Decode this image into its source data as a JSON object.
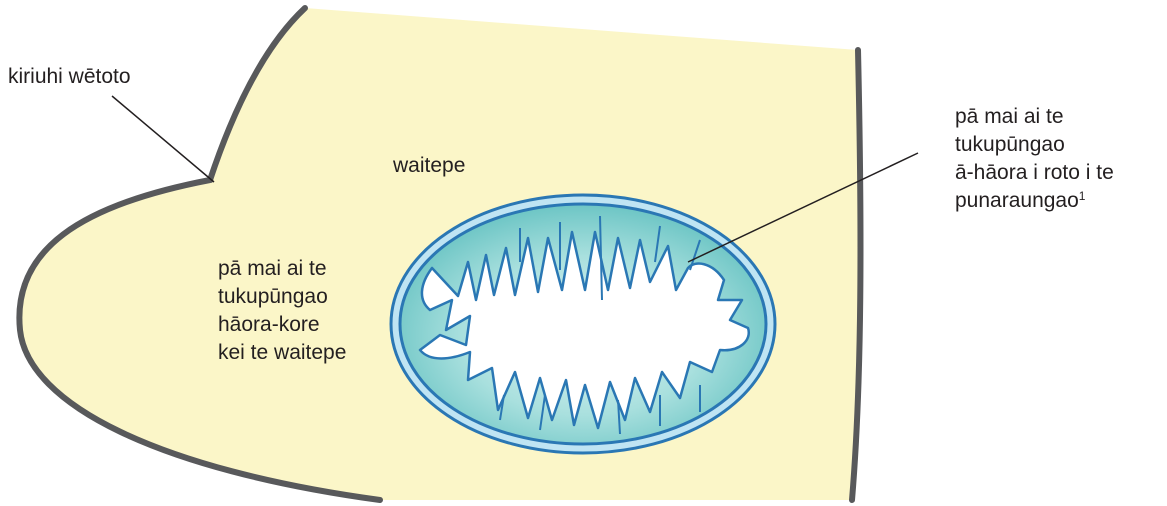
{
  "labels": {
    "cell_membrane": "kiriuhi wētoto",
    "cytoplasm": "waitepe",
    "anaerobic": [
      "pā mai ai te",
      "tukupūngao",
      "hāora-kore",
      "kei te waitepe"
    ],
    "aerobic": [
      "pā mai ai te",
      "tukupūngao",
      "ā-hāora i roto i te",
      "punaraungao"
    ],
    "aerobic_footnote": "1"
  },
  "colors": {
    "cell_fill": "#fbf6c8",
    "cell_outline": "#58595b",
    "mito_outer": "#2a77b4",
    "mito_fill": "#7fcfcd",
    "mito_inner_space": "#ffffff",
    "leader_line": "#231f20",
    "text": "#231f20"
  }
}
